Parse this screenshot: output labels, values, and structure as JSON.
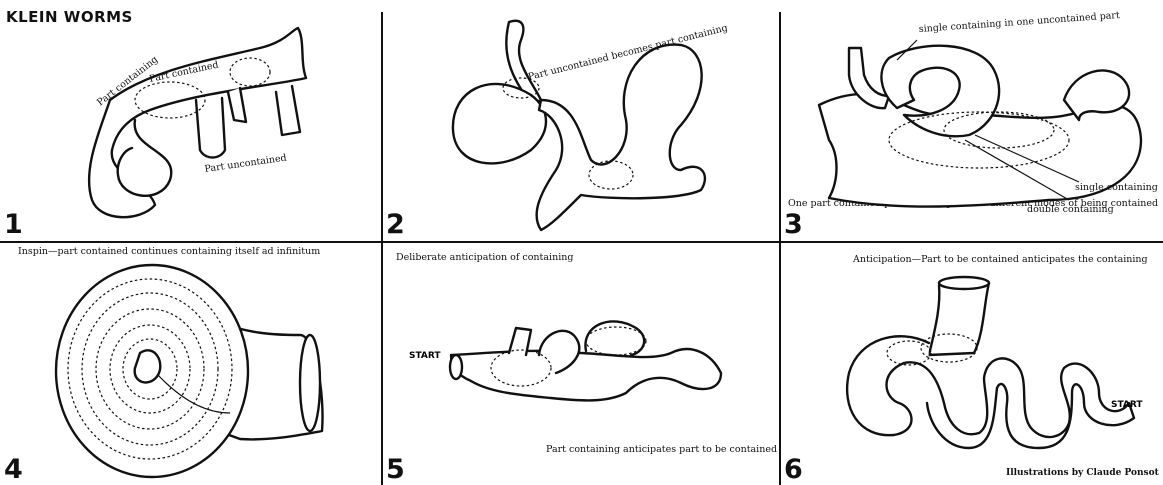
{
  "title": "KLEIN WORMS",
  "panels": [
    {
      "number": "1",
      "labels": {
        "containing": "Part containing",
        "contained": "Part contained",
        "uncontained": "Part uncontained"
      }
    },
    {
      "number": "2",
      "labels": {
        "becomes": "Part uncontained becomes part containing"
      }
    },
    {
      "number": "3",
      "labels": {
        "single_top": "single containing in one uncontained part",
        "single": "single containing",
        "double": "double containing",
        "bottom": "One part contained passes through three different modes of being contained"
      }
    },
    {
      "number": "4",
      "caption": "Inspin—part contained continues containing itself ad infinitum"
    },
    {
      "number": "5",
      "caption": "Deliberate anticipation of containing",
      "start": "START",
      "bottom": "Part containing anticipates part to be contained"
    },
    {
      "number": "6",
      "caption": "Anticipation—Part to be contained anticipates the containing",
      "start": "START"
    }
  ],
  "credit": "Illustrations by Claude Ponsot"
}
